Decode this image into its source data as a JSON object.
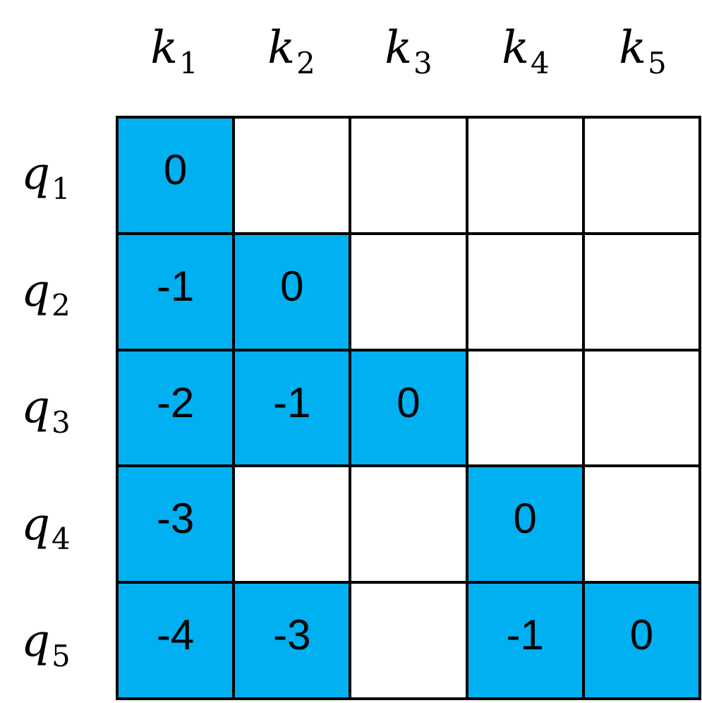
{
  "colors": {
    "filled": "#00b0f0",
    "empty": "#ffffff",
    "border": "#000000"
  },
  "columns": [
    {
      "base": "k",
      "sub": "1"
    },
    {
      "base": "k",
      "sub": "2"
    },
    {
      "base": "k",
      "sub": "3"
    },
    {
      "base": "k",
      "sub": "4"
    },
    {
      "base": "k",
      "sub": "5"
    }
  ],
  "rows": [
    {
      "base": "q",
      "sub": "1",
      "cells": [
        {
          "filled": true,
          "value": "0"
        },
        {
          "filled": false,
          "value": ""
        },
        {
          "filled": false,
          "value": ""
        },
        {
          "filled": false,
          "value": ""
        },
        {
          "filled": false,
          "value": ""
        }
      ]
    },
    {
      "base": "q",
      "sub": "2",
      "cells": [
        {
          "filled": true,
          "value": "-1"
        },
        {
          "filled": true,
          "value": "0"
        },
        {
          "filled": false,
          "value": ""
        },
        {
          "filled": false,
          "value": ""
        },
        {
          "filled": false,
          "value": ""
        }
      ]
    },
    {
      "base": "q",
      "sub": "3",
      "cells": [
        {
          "filled": true,
          "value": "-2"
        },
        {
          "filled": true,
          "value": "-1"
        },
        {
          "filled": true,
          "value": "0"
        },
        {
          "filled": false,
          "value": ""
        },
        {
          "filled": false,
          "value": ""
        }
      ]
    },
    {
      "base": "q",
      "sub": "4",
      "cells": [
        {
          "filled": true,
          "value": "-3"
        },
        {
          "filled": false,
          "value": ""
        },
        {
          "filled": false,
          "value": ""
        },
        {
          "filled": true,
          "value": "0"
        },
        {
          "filled": false,
          "value": ""
        }
      ]
    },
    {
      "base": "q",
      "sub": "5",
      "cells": [
        {
          "filled": true,
          "value": "-4"
        },
        {
          "filled": true,
          "value": "-3"
        },
        {
          "filled": false,
          "value": ""
        },
        {
          "filled": true,
          "value": "-1"
        },
        {
          "filled": true,
          "value": "0"
        }
      ]
    }
  ]
}
